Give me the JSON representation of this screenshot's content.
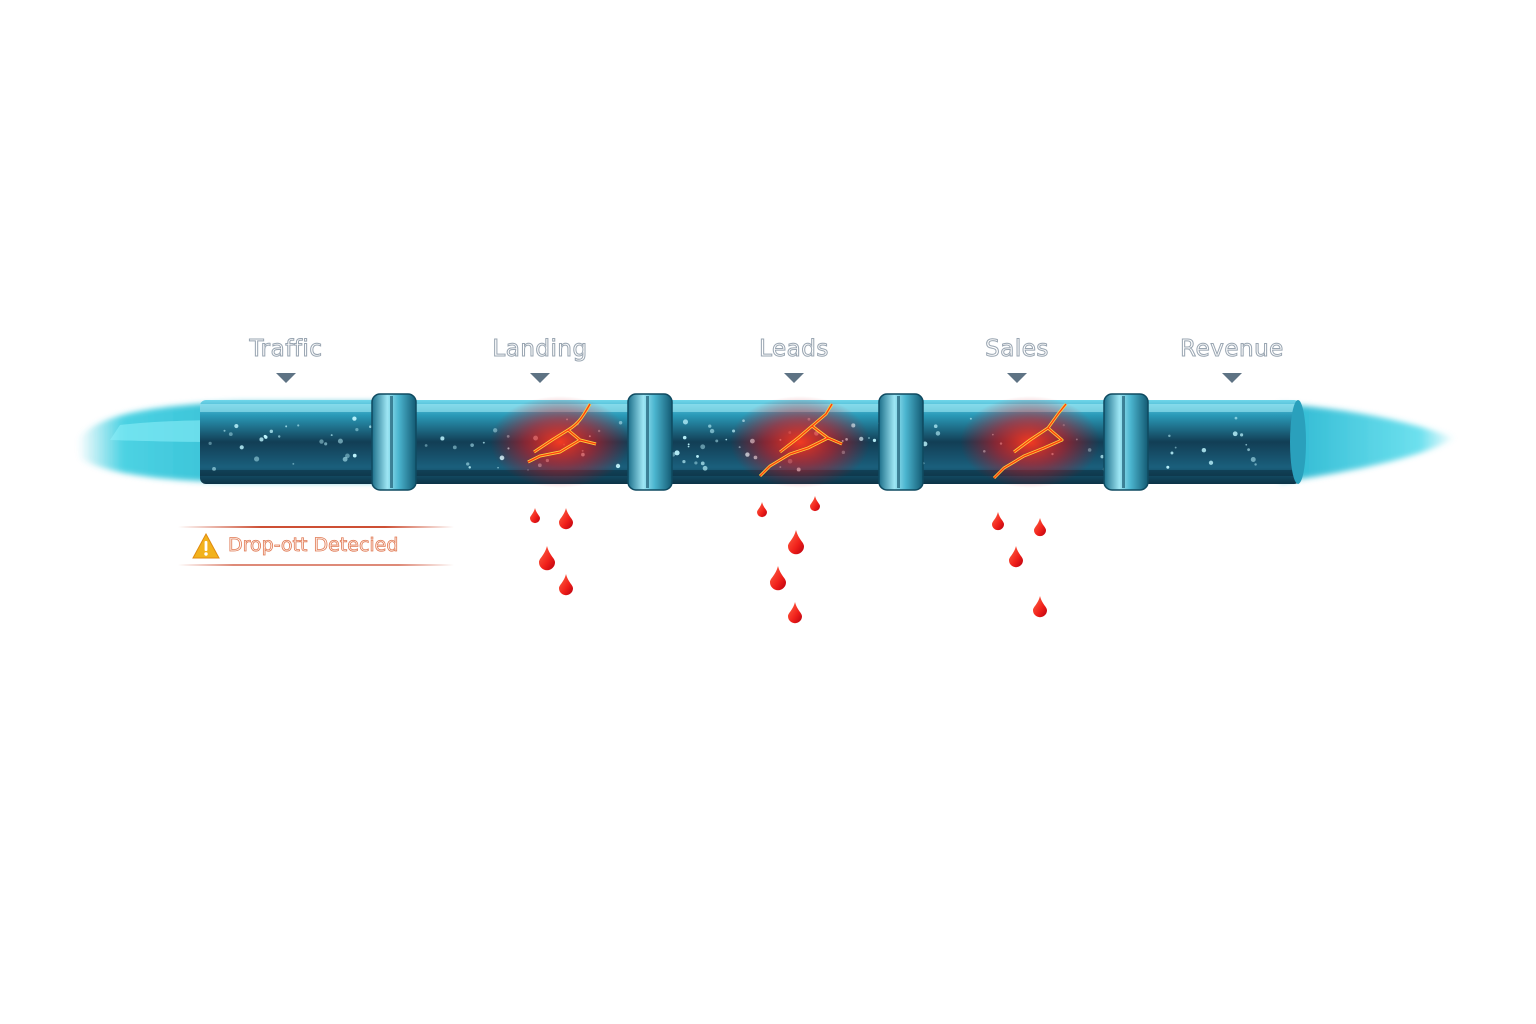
{
  "stages": [
    {
      "label": "Traffic",
      "leaking": false
    },
    {
      "label": "Landing",
      "leaking": true
    },
    {
      "label": "Leads",
      "leaking": true
    },
    {
      "label": "Sales",
      "leaking": true
    },
    {
      "label": "Revenue",
      "leaking": false
    }
  ],
  "alert": {
    "text": "Drop-ott Detecied",
    "icon": "warning-triangle-icon"
  },
  "colors": {
    "pipe": "#1f6f8f",
    "pipe_highlight": "#5fd0e6",
    "water": "#3fd4e6",
    "leak": "#ff2a1a",
    "marker": "#5e7384",
    "alert": "#e07a55",
    "warning_icon": "#f2b21c"
  }
}
